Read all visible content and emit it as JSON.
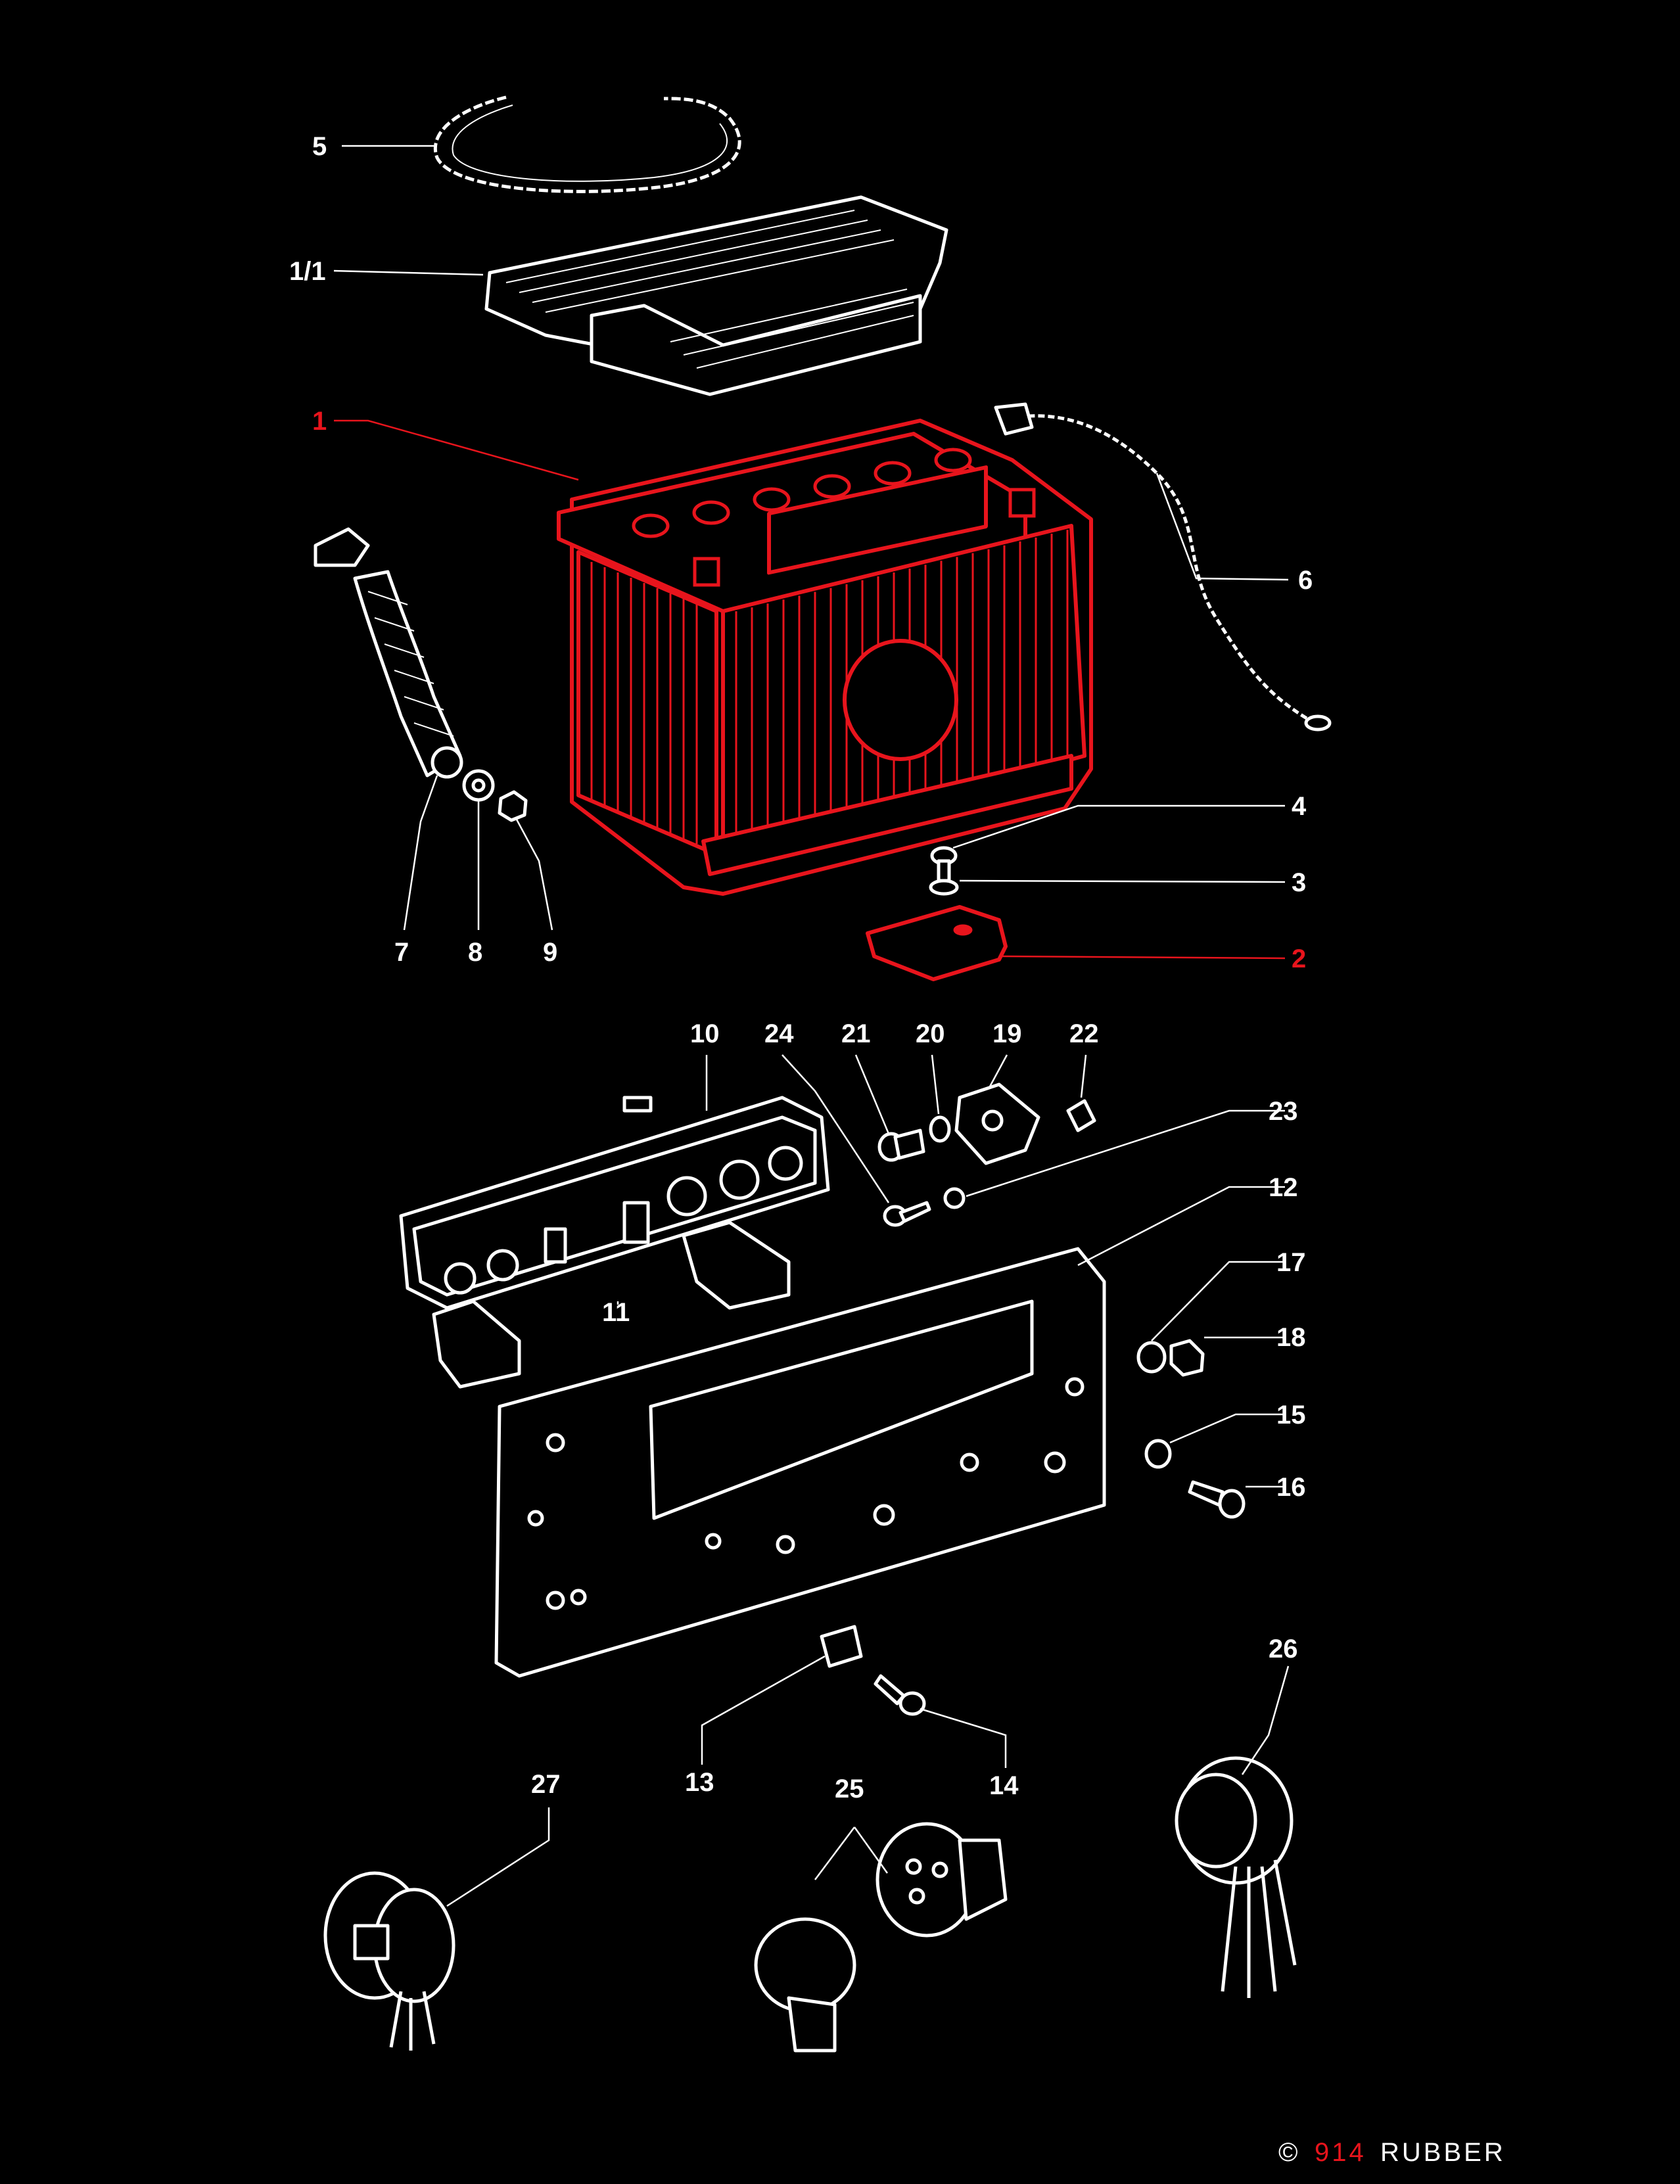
{
  "labels": {
    "p5": "5",
    "p1_1": "1/1",
    "p1": "1",
    "p6": "6",
    "p4": "4",
    "p3": "3",
    "p2": "2",
    "p7": "7",
    "p8": "8",
    "p9": "9",
    "p10": "10",
    "p24": "24",
    "p21": "21",
    "p20": "20",
    "p19": "19",
    "p22": "22",
    "p23": "23",
    "p12": "12",
    "p17": "17",
    "p18": "18",
    "p15": "15",
    "p16": "16",
    "p11": "11",
    "p13": "13",
    "p14": "14",
    "p26": "26",
    "p27": "27",
    "p25": "25"
  },
  "watermark": {
    "symbol": "©",
    "number": "914",
    "brand": "RUBBER"
  },
  "colors": {
    "background": "#000000",
    "line": "#ffffff",
    "highlight": "#e8141c"
  }
}
